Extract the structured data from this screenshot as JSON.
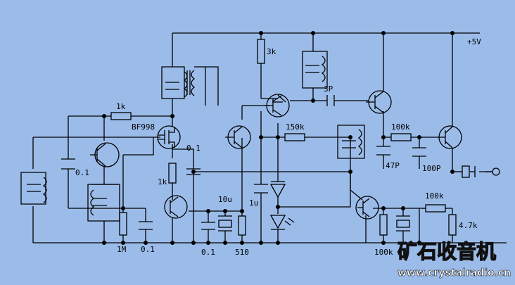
{
  "supply_label": "+5V",
  "labels": {
    "r_1k_top": "1k",
    "fet": "BF998",
    "r_3k": "3k",
    "c_3p": "3P",
    "r_150k": "150k",
    "r_100k_mid": "100k",
    "c_0_1_fet": "0.1",
    "r_1k_fet": "1k",
    "c_0_1_left": "0.1",
    "c_47p": "47P",
    "c_100p": "100P",
    "c_10u": "10u",
    "c_1u": "1u",
    "r_100k_right": "100k",
    "r_4_7k": "4.7k",
    "r_1m": "1M",
    "c_0_1_bot1": "0.1",
    "c_0_1_bot2": "0.1",
    "r_510": "510",
    "r_100k_bot": "100k"
  },
  "watermark": {
    "title": "矿石收音机",
    "url": "www.crystalradio.cn"
  },
  "colors": {
    "background": "#9bbce9",
    "ink": "#000000",
    "watermark_text": "#ffffff",
    "watermark_outline": "#111111"
  }
}
